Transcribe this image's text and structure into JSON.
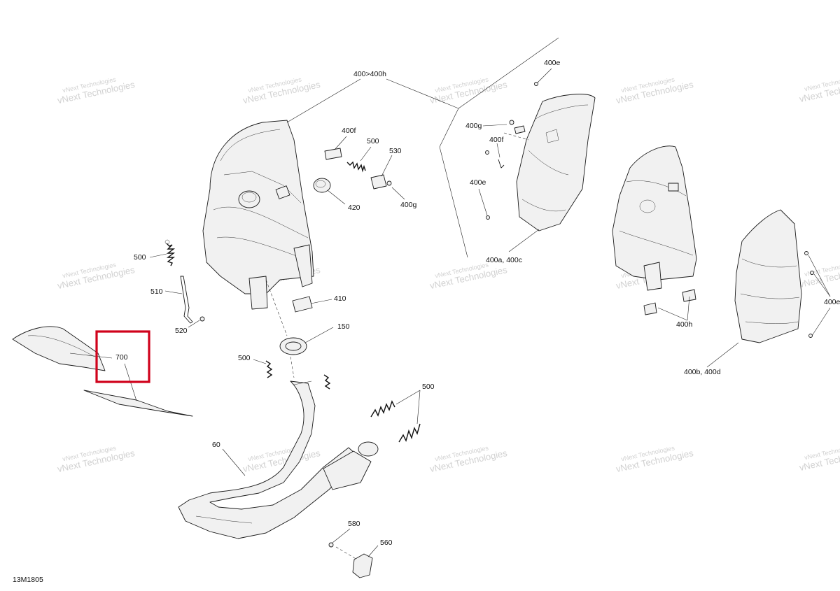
{
  "diagram_id": "13M1805",
  "watermark_text": "vNext Technologies",
  "highlight_color": "#d0021b",
  "callouts": {
    "c_400_400h": "400>400h",
    "c_400e_top": "400e",
    "c_400g_right": "400g",
    "c_400f_right": "400f",
    "c_400e_mid": "400e",
    "c_400a_400c": "400a, 400c",
    "c_400f_left": "400f",
    "c_500_top": "500",
    "c_530": "530",
    "c_400g_left": "400g",
    "c_420": "420",
    "c_500_left": "500",
    "c_510": "510",
    "c_520": "520",
    "c_410": "410",
    "c_150": "150",
    "c_700": "700",
    "c_500_mid": "500",
    "c_500_right": "500",
    "c_60": "60",
    "c_580": "580",
    "c_560": "560",
    "c_400h": "400h",
    "c_400e_far": "400e",
    "c_400b_400d": "400b, 400d"
  }
}
